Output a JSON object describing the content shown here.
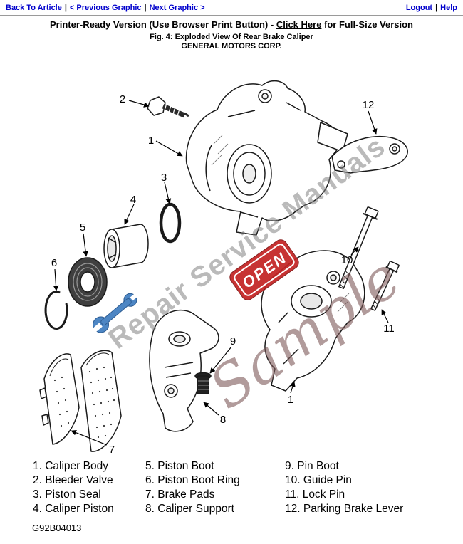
{
  "colors": {
    "link_blue": "#0000cc",
    "watermark_gray": "#828282",
    "watermark_maroon": "#7d5858",
    "open_badge_red": "#c32222",
    "wrench_blue": "#4d86c4"
  },
  "nav": {
    "back_to_article": "Back To Article",
    "previous_graphic": "< Previous Graphic",
    "next_graphic": "Next Graphic >",
    "logout": "Logout",
    "help": "Help",
    "separator": "|"
  },
  "header": {
    "printer_ready_prefix": "Printer-Ready Version (Use Browser Print Button) - ",
    "full_size_link": "Click Here",
    "printer_ready_suffix": " for Full-Size Version",
    "figure_caption": "Fig. 4: Exploded View Of Rear Brake Caliper",
    "manufacturer": "GENERAL MOTORS CORP."
  },
  "watermark": {
    "brand_text": "Repair Service Manuals",
    "sample_text": "Sample",
    "open_badge": "OPEN"
  },
  "diagram": {
    "callouts": [
      "2",
      "1",
      "12",
      "3",
      "4",
      "5",
      "6",
      "10",
      "11",
      "9",
      "7",
      "8",
      "1"
    ]
  },
  "legend": {
    "columns": [
      [
        "1. Caliper Body",
        "2. Bleeder Valve",
        "3. Piston Seal",
        "4. Caliper Piston"
      ],
      [
        "5. Piston Boot",
        "6. Piston Boot Ring",
        "7. Brake Pads",
        "8. Caliper Support"
      ],
      [
        "9. Pin Boot",
        "10. Guide Pin",
        "11. Lock Pin",
        "12. Parking Brake Lever"
      ]
    ]
  },
  "footer": {
    "figure_id": "G92B04013"
  }
}
